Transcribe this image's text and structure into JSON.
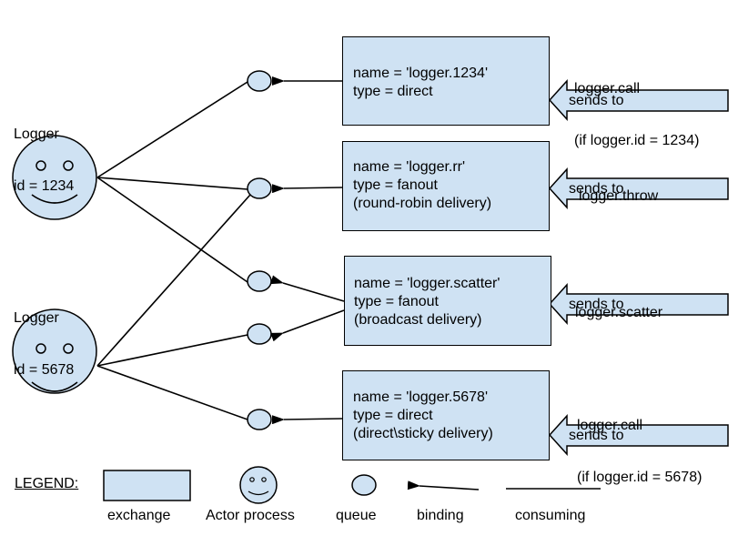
{
  "actors": [
    {
      "name": "Logger",
      "id_label": "id = 1234"
    },
    {
      "name": "Logger",
      "id_label": "id = 5678"
    }
  ],
  "exchanges": [
    {
      "lines": [
        "name = 'logger.1234'",
        "type = direct"
      ]
    },
    {
      "lines": [
        "name = 'logger.rr'",
        "type = fanout",
        "(round-robin delivery)"
      ]
    },
    {
      "lines": [
        "name = 'logger.scatter'",
        "type = fanout",
        "(broadcast delivery)"
      ]
    },
    {
      "lines": [
        "name = 'logger.5678'",
        "type = direct",
        "(direct\\sticky delivery)"
      ]
    }
  ],
  "calls": [
    {
      "lines": [
        "logger.call",
        "(if logger.id = 1234)"
      ],
      "arrow_label": "sends to"
    },
    {
      "lines": [
        "logger.throw"
      ],
      "arrow_label": "sends to"
    },
    {
      "lines": [
        "logger.scatter"
      ],
      "arrow_label": "sends to"
    },
    {
      "lines": [
        "logger.call",
        "(if logger.id = 5678)"
      ],
      "arrow_label": "sends to"
    }
  ],
  "legend": {
    "title": "LEGEND:",
    "exchange": "exchange",
    "actor": "Actor process",
    "queue": "queue",
    "binding": "binding",
    "consuming": "consuming"
  },
  "colors": {
    "fill": "#cfe2f3",
    "stroke": "#000000"
  }
}
